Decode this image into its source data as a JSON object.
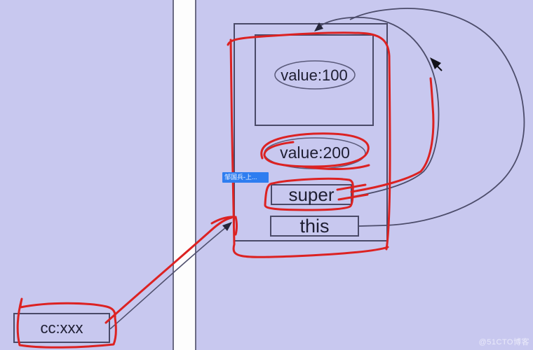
{
  "diagram": {
    "object_box": {
      "value100_label": "value:100",
      "value200_label": "value:200",
      "super_label": "super",
      "this_label": "this"
    },
    "cc_box": {
      "label": "cc:xxx"
    },
    "edges": [
      {
        "from": "super",
        "to": "object-box-top",
        "style": "gray-arc",
        "arrow": true
      },
      {
        "from": "this",
        "to": "object-box-top",
        "style": "gray-arc",
        "arrow": false
      },
      {
        "from": "cc-box",
        "to": "object-box-left-edge",
        "style": "gray-line",
        "arrow": true
      },
      {
        "from": "cc-box",
        "to": "object-box-left-edge",
        "style": "red-freehand",
        "arrow": true
      }
    ],
    "annotations": [
      "red freehand rectangle around object box",
      "red circle around value:200",
      "red rectangle around super",
      "red trace along super arc",
      "red rectangle around cc:xxx"
    ],
    "colors": {
      "background": "#c8c8ef",
      "stripe": "#fdfdfd",
      "stripe_border": "#6b6b84",
      "box_border": "#4a4a68",
      "text": "#1e1e32",
      "annotation_red": "#dc2222",
      "line_gray": "#4c4c6a",
      "tooltip_blue": "#2e7df0",
      "arrowhead_dark": "#26263a"
    }
  },
  "tooltip": {
    "text": "邹国兵-上..."
  },
  "page": {
    "watermark": "@51CTO博客"
  }
}
